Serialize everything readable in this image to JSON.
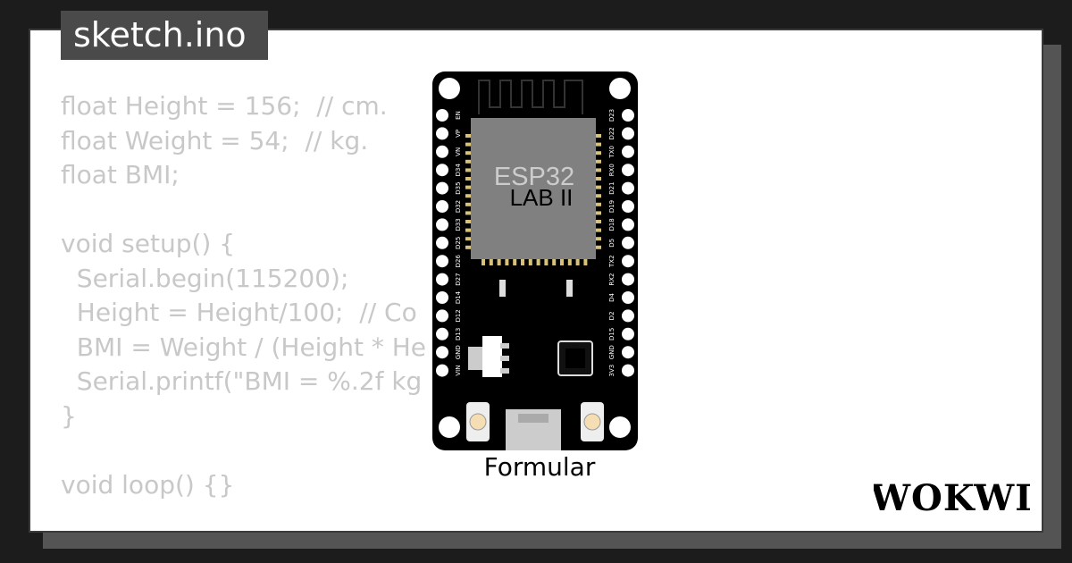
{
  "tab_title": "sketch.ino",
  "code_lines": [
    "float Height = 156;  // cm.",
    "float Weight = 54;  // kg.",
    "float BMI;",
    "",
    "void setup() {",
    "  Serial.begin(115200);",
    "  Height = Height/100;  // Co",
    "  BMI = Weight / (Height * He",
    "  Serial.printf(\"BMI = %.2f kg",
    "}",
    "",
    "void loop() {}"
  ],
  "board": {
    "chip_label": "ESP32",
    "chip_sub_label": "LAB II",
    "left_pins": [
      "EN",
      "VP",
      "VN",
      "D34",
      "D35",
      "D32",
      "D33",
      "D25",
      "D26",
      "D27",
      "D14",
      "D12",
      "D13",
      "GND",
      "VIN"
    ],
    "right_pins": [
      "D23",
      "D22",
      "TX0",
      "RX0",
      "D21",
      "D19",
      "D18",
      "D5",
      "TX2",
      "RX2",
      "D4",
      "D2",
      "D15",
      "GND",
      "3V3"
    ]
  },
  "part_label": "Formular",
  "brand": "WOKWI",
  "colors": {
    "background": "#1c1c1c",
    "card": "#ffffff",
    "code_text": "#c8c8c8",
    "tab_bg": "#4a4a4a",
    "board": "#000000",
    "chip": "#808080",
    "gold_pin": "#d8c27a"
  }
}
